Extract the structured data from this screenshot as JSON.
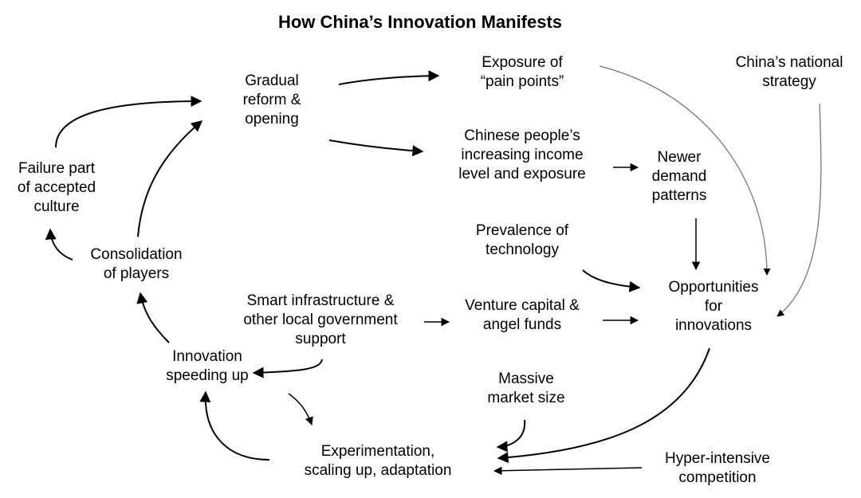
{
  "title": "How China’s Innovation Manifests",
  "colors": {
    "text": "#000000",
    "arrow": "#000000",
    "thin_arrow": "#777777",
    "background": "#ffffff"
  },
  "nodes": {
    "gradual_reform": [
      "Gradual",
      "reform &",
      "opening"
    ],
    "pain_points": [
      "Exposure of",
      "“pain points”"
    ],
    "national_strategy": [
      "China’s national",
      "strategy"
    ],
    "failure_culture": [
      "Failure part",
      "of accepted",
      "culture"
    ],
    "income_level": [
      "Chinese people’s",
      "increasing income",
      "level and exposure"
    ],
    "newer_demand": [
      "Newer",
      "demand",
      "patterns"
    ],
    "consolidation": [
      "Consolidation",
      "of players"
    ],
    "prevalence_tech": [
      "Prevalence of",
      "technology"
    ],
    "opportunities": [
      "Opportunities",
      "for",
      "innovations"
    ],
    "smart_infra": [
      "Smart infrastructure &",
      "other local government",
      "support"
    ],
    "venture_capital": [
      "Venture capital &",
      "angel funds"
    ],
    "innovation_speed": [
      "Innovation",
      "speeding up"
    ],
    "market_size": [
      "Massive",
      "market size"
    ],
    "experimentation": [
      "Experimentation,",
      "scaling up, adaptation"
    ],
    "competition": [
      "Hyper-intensive",
      "competition"
    ]
  }
}
